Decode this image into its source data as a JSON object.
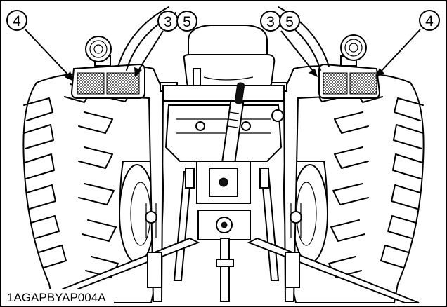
{
  "callouts": {
    "left_outer": "4",
    "left_inner_a": "3",
    "left_inner_b": "5",
    "right_inner_a": "3",
    "right_inner_b": "5",
    "right_outer": "4"
  },
  "figure_id": "1AGAPBYAP004A"
}
